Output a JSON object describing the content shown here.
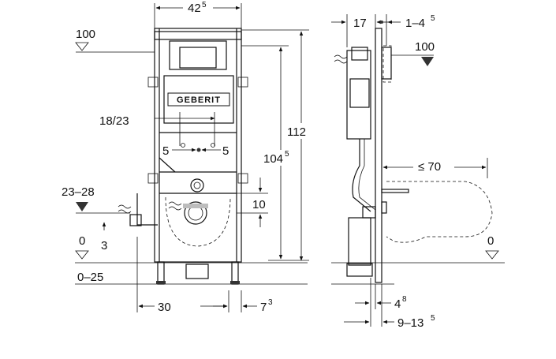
{
  "front_view": {
    "width_main": "42",
    "width_main_sup": "5",
    "level_100": "100",
    "label_18_23": "18/23",
    "label_5_left": "5",
    "label_5_right": "5",
    "height_112": "112",
    "height_104": "104",
    "height_104_sup": "5",
    "label_23_28": "23–28",
    "label_10": "10",
    "label_3": "3",
    "level_0": "0",
    "label_0_25": "0–25",
    "label_30": "30",
    "label_7": "7",
    "label_7_sup": "3",
    "brand": "GEBERIT"
  },
  "side_view": {
    "label_17": "17",
    "label_1_4": "1–4",
    "label_1_4_sup": "5",
    "level_100": "100",
    "label_le_70": "≤ 70",
    "level_0": "0",
    "label_4": "4",
    "label_4_sup": "8",
    "label_9_13": "9–13",
    "label_9_13_sup": "5"
  },
  "colors": {
    "line": "#111111",
    "fill_grey": "#bdbdbd",
    "background": "#ffffff"
  }
}
